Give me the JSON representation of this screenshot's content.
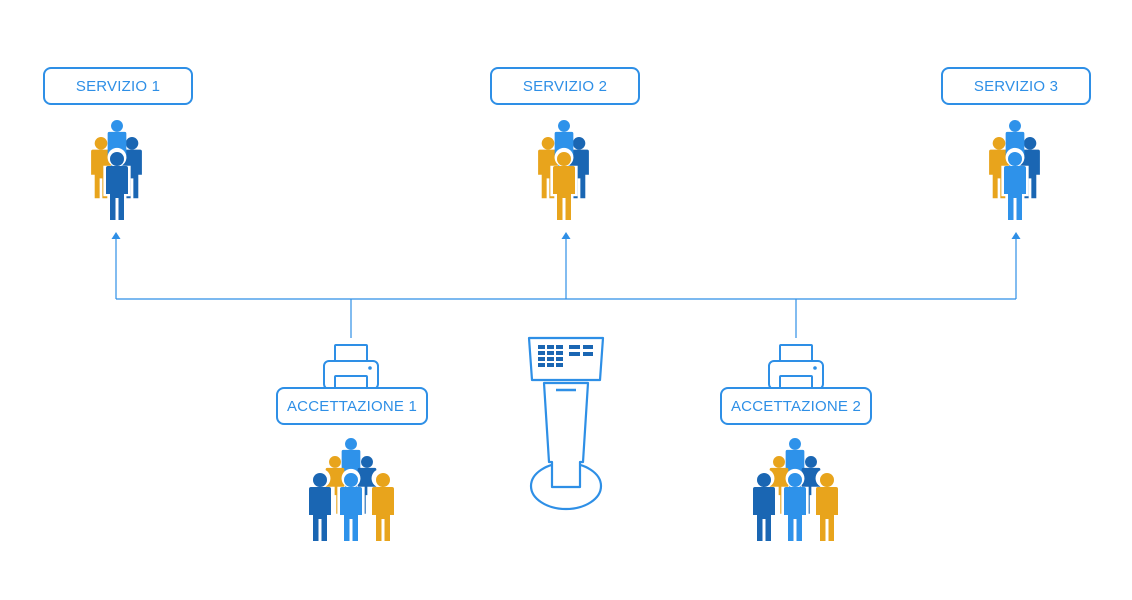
{
  "colors": {
    "line": "#2e8fe6",
    "blue_dark": "#1a66b3",
    "blue_light": "#2e92ea",
    "yellow": "#e8a41c"
  },
  "services": [
    {
      "label": "SERVIZIO 1",
      "icon": "people-group-icon"
    },
    {
      "label": "SERVIZIO 2",
      "icon": "people-group-icon"
    },
    {
      "label": "SERVIZIO 3",
      "icon": "people-group-icon"
    }
  ],
  "acceptance": [
    {
      "label": "ACCETTAZIONE 1",
      "icon": "printer-icon"
    },
    {
      "label": "ACCETTAZIONE 2",
      "icon": "printer-icon"
    }
  ],
  "kiosk": {
    "icon": "ticket-kiosk-icon"
  }
}
